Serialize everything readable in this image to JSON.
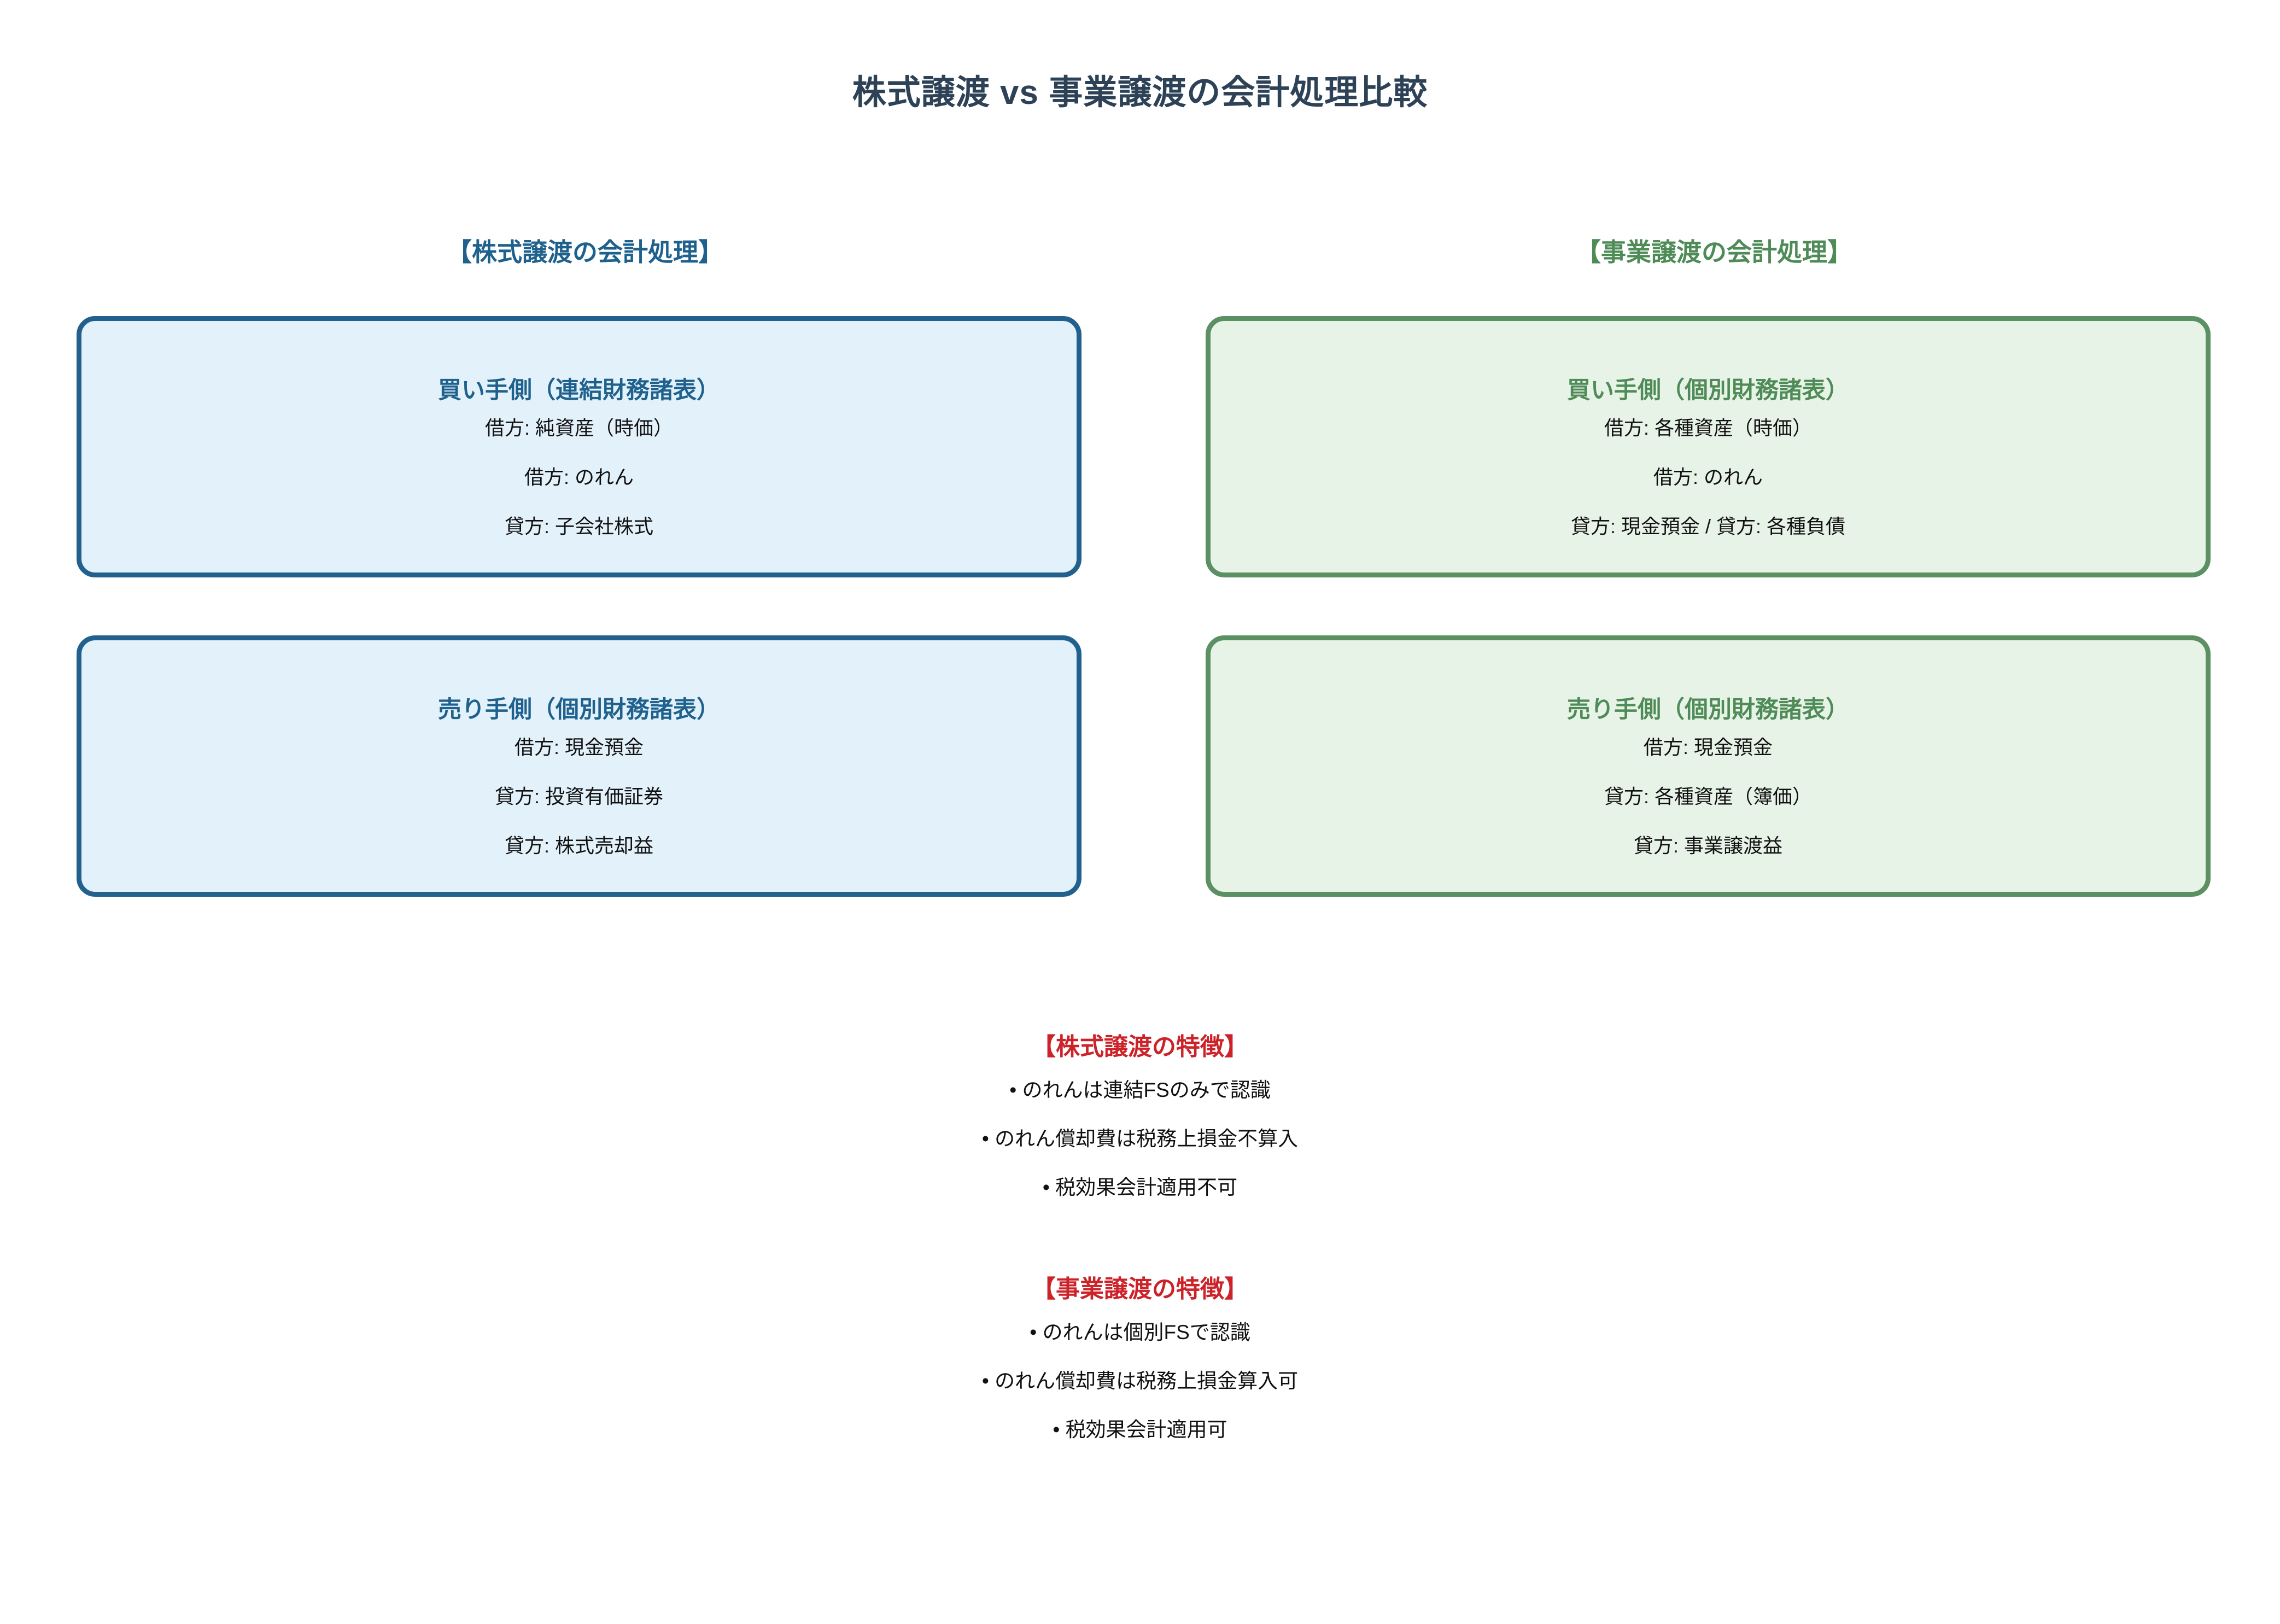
{
  "page": {
    "title": "株式譲渡 vs 事業譲渡の会計処理比較"
  },
  "columns": {
    "left": {
      "header": "【株式譲渡の会計処理】",
      "accent_color": "#1F618D",
      "border_color": "#22618E",
      "fill_color": "#E3F1FB",
      "boxes": [
        {
          "title": "買い手側（連結財務諸表）",
          "lines": [
            "借方: 純資産（時価）",
            "借方: のれん",
            "貸方: 子会社株式"
          ]
        },
        {
          "title": "売り手側（個別財務諸表）",
          "lines": [
            "借方: 現金預金",
            "貸方: 投資有価証券",
            "貸方: 株式売却益"
          ]
        }
      ]
    },
    "right": {
      "header": "【事業譲渡の会計処理】",
      "accent_color": "#4E8B57",
      "border_color": "#5B9062",
      "fill_color": "#E8F3E8",
      "boxes": [
        {
          "title": "買い手側（個別財務諸表）",
          "lines": [
            "借方: 各種資産（時価）",
            "借方: のれん",
            "貸方: 現金預金 / 貸方: 各種負債"
          ]
        },
        {
          "title": "売り手側（個別財務諸表）",
          "lines": [
            "借方: 現金預金",
            "貸方: 各種資産（簿価）",
            "貸方: 事業譲渡益"
          ]
        }
      ]
    }
  },
  "features": {
    "accent_color": "#CC2229",
    "blocks": [
      {
        "header": "【株式譲渡の特徴】",
        "items": [
          "• のれんは連結FSのみで認識",
          "• のれん償却費は税務上損金不算入",
          "• 税効果会計適用不可"
        ]
      },
      {
        "header": "【事業譲渡の特徴】",
        "items": [
          "• のれんは個別FSで認識",
          "• のれん償却費は税務上損金算入可",
          "• 税効果会計適用可"
        ]
      }
    ]
  }
}
